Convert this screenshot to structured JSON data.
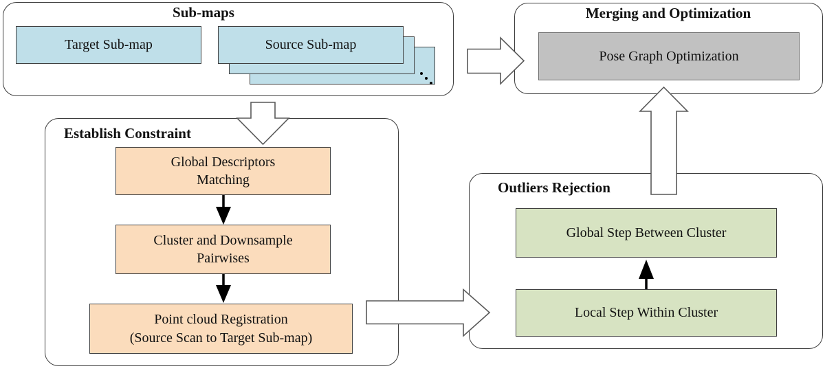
{
  "submaps": {
    "title": "Sub-maps",
    "target_label": "Target Sub-map",
    "source_label": "Source Sub-map",
    "more_icon": "diagonal-ellipsis-dots"
  },
  "merging": {
    "title": "Merging and Optimization",
    "pose_graph_label": "Pose Graph Optimization"
  },
  "establish": {
    "title": "Establish Constraint",
    "steps": [
      {
        "line1": "Global Descriptors",
        "line2": "Matching"
      },
      {
        "line1": "Cluster and Downsample",
        "line2": "Pairwises"
      },
      {
        "line1": "Point cloud Registration",
        "line2": "(Source Scan to Target Sub-map)"
      }
    ]
  },
  "outliers": {
    "title": "Outliers Rejection",
    "global_label": "Global Step Between Cluster",
    "local_label": "Local Step Within Cluster"
  },
  "colors": {
    "submap_fill": "#bfdfe9",
    "step_fill": "#fbdcbc",
    "outlier_fill": "#d7e3c2",
    "pose_fill": "#c1c1c1",
    "container_border": "#3d3d3d",
    "box_border": "#3f3f3f",
    "block_arrow_outline": "#595959",
    "flow_arrow": "#000000"
  }
}
